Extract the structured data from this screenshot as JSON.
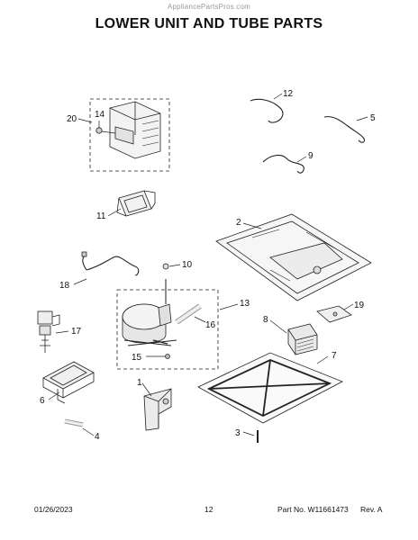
{
  "watermark": "AppliancePartsPros.com",
  "title": "LOWER UNIT AND TUBE PARTS",
  "callouts": {
    "c1": "1",
    "c2": "2",
    "c3": "3",
    "c4": "4",
    "c5": "5",
    "c6": "6",
    "c7": "7",
    "c8": "8",
    "c9": "9",
    "c10": "10",
    "c11": "11",
    "c12": "12",
    "c13": "13",
    "c14": "14",
    "c15": "15",
    "c16": "16",
    "c17": "17",
    "c18": "18",
    "c19": "19",
    "c20": "20"
  },
  "footer": {
    "date": "01/26/2023",
    "page": "12",
    "part_no": "Part No. W11661473",
    "rev": "Rev. A"
  }
}
